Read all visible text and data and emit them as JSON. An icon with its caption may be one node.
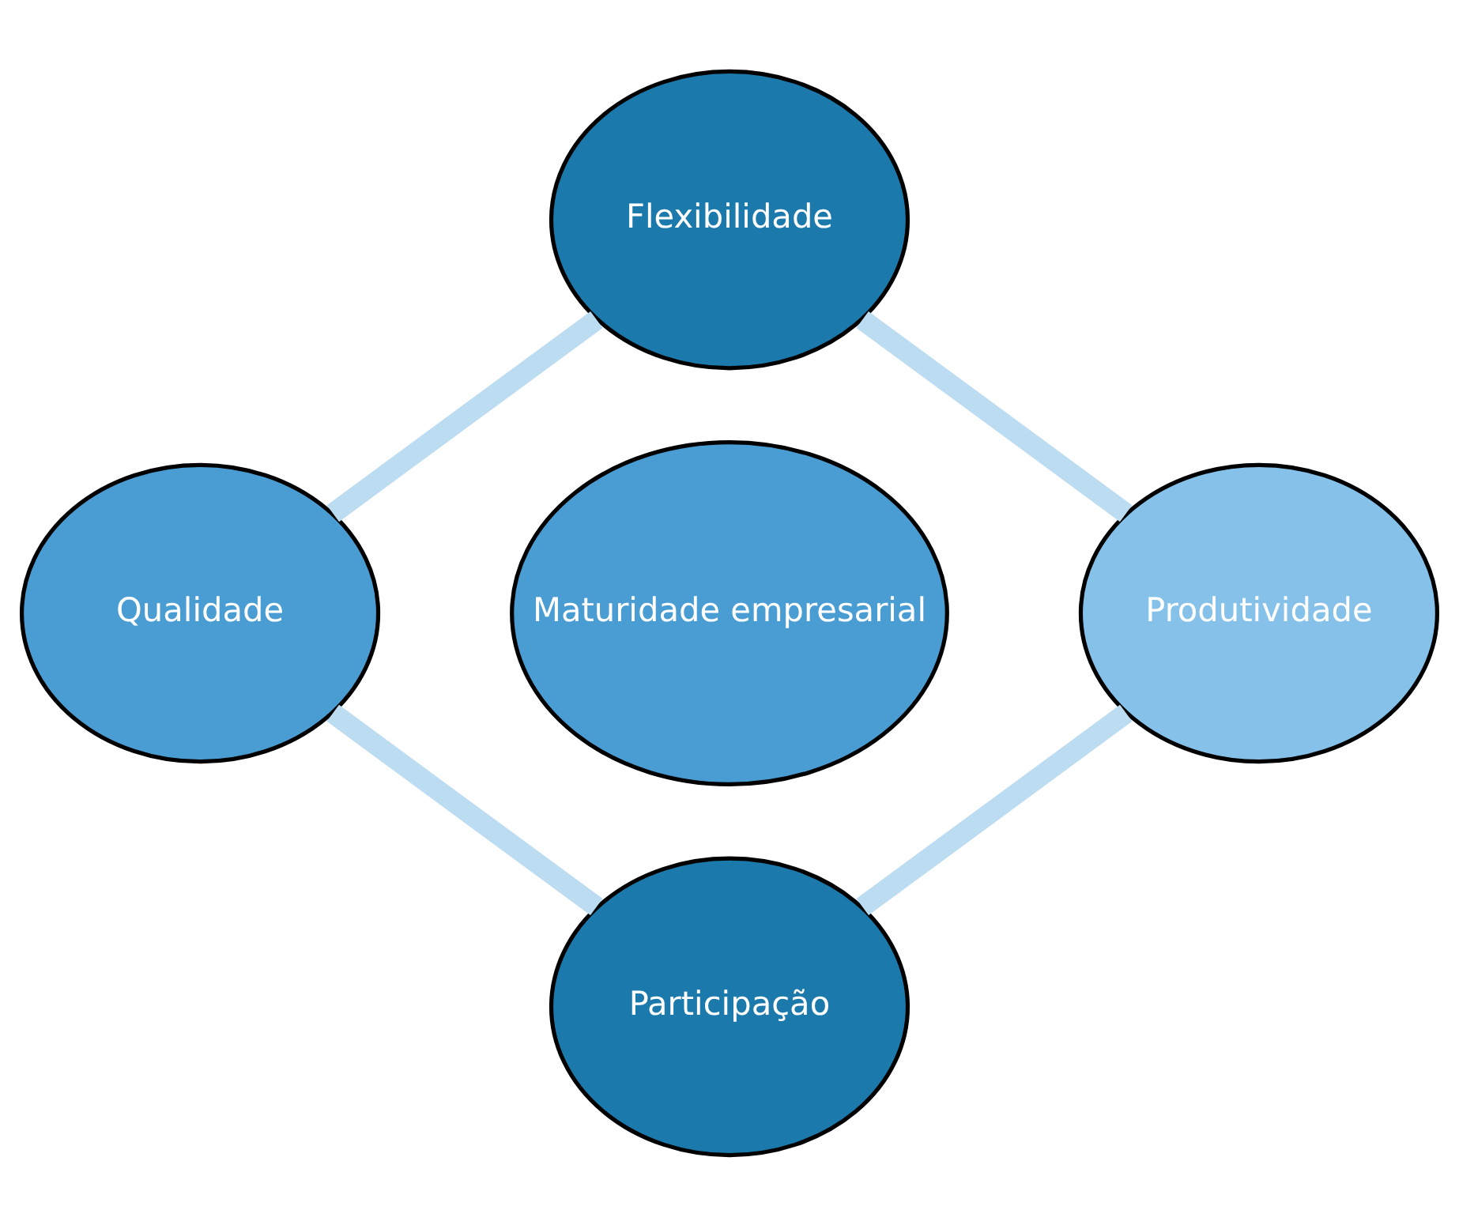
{
  "diagram": {
    "nodes": [
      {
        "text": [
          "Flexibilidade"
        ]
      },
      {
        "text": [
          "Qualidade"
        ]
      },
      {
        "text": [
          "Maturidade empresarial"
        ]
      },
      {
        "text": [
          "Produtividade"
        ]
      },
      {
        "text": [
          "Participação"
        ]
      }
    ],
    "edges": [
      {
        "from": 0,
        "to": 3,
        "arrow": "none",
        "color": "#bcdcf2"
      },
      {
        "from": 3,
        "to": 4,
        "arrow": "none",
        "color": "#bcdcf2"
      },
      {
        "from": 4,
        "to": 1,
        "arrow": "none",
        "color": "#bcdcf2"
      },
      {
        "from": 1,
        "to": 0,
        "arrow": "none",
        "color": "#bcdcf2"
      }
    ]
  }
}
